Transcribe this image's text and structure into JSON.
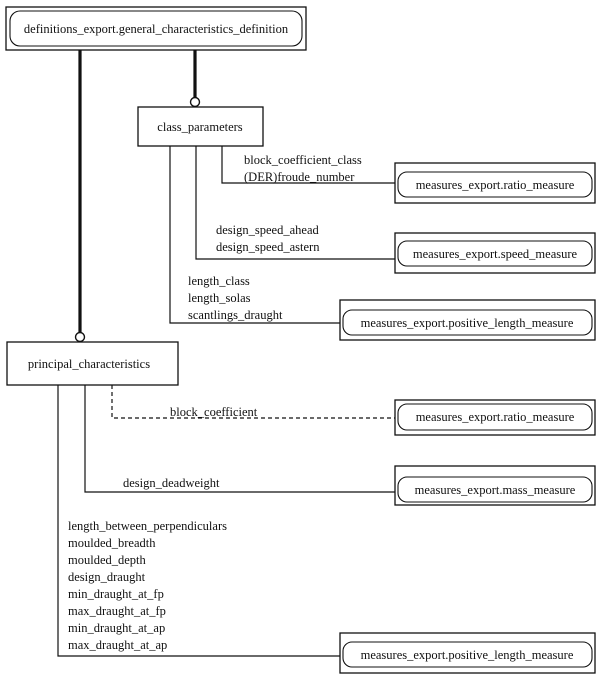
{
  "entities": {
    "general_definition": "definitions_export.general_characteristics_definition",
    "class_parameters": "class_parameters",
    "principal_characteristics": "principal_characteristics"
  },
  "types": {
    "ratio_1": "measures_export.ratio_measure",
    "speed": "measures_export.speed_measure",
    "positive_length_1": "measures_export.positive_length_measure",
    "ratio_2": "measures_export.ratio_measure",
    "mass": "measures_export.mass_measure",
    "positive_length_2": "measures_export.positive_length_measure"
  },
  "attributes": {
    "block_coefficient_class": "block_coefficient_class",
    "froude_number": "(DER)froude_number",
    "design_speed_ahead": "design_speed_ahead",
    "design_speed_astern": "design_speed_astern",
    "length_class": "length_class",
    "length_solas": "length_solas",
    "scantlings_draught": "scantlings_draught",
    "block_coefficient": "block_coefficient",
    "design_deadweight": "design_deadweight",
    "length_between_perpendiculars": "length_between_perpendiculars",
    "moulded_breadth": "moulded_breadth",
    "moulded_depth": "moulded_depth",
    "design_draught": "design_draught",
    "min_draught_at_fp": "min_draught_at_fp",
    "max_draught_at_fp": "max_draught_at_fp",
    "min_draught_at_ap": "min_draught_at_ap",
    "max_draught_at_ap": "max_draught_at_ap"
  }
}
